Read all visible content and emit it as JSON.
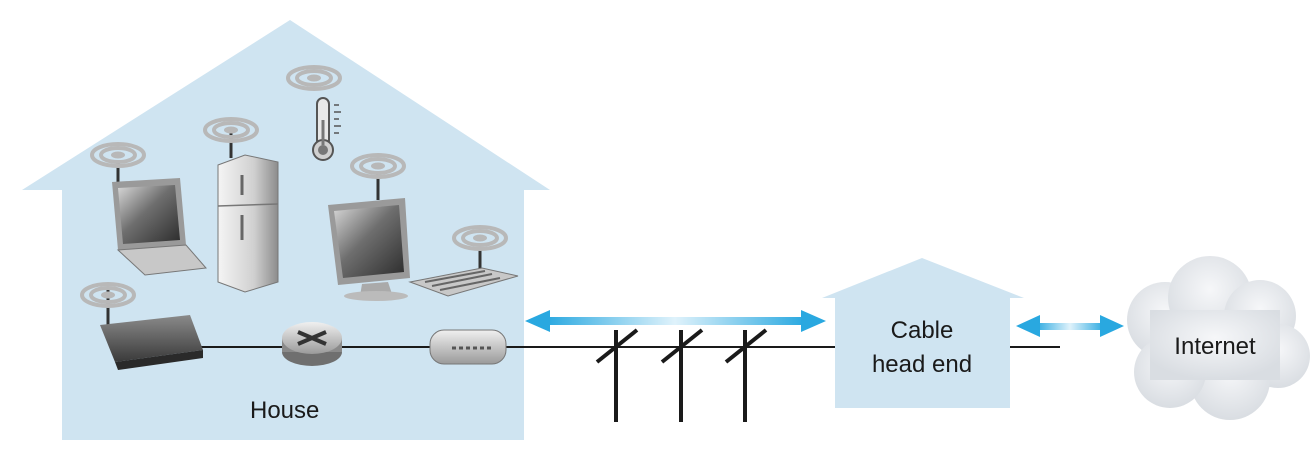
{
  "labels": {
    "house": "House",
    "head_end_line1": "Cable",
    "head_end_line2": "head end",
    "internet": "Internet"
  },
  "colors": {
    "building_fill": "#cfe4f1",
    "arrow": "#29a8e0",
    "line": "#1a1a1a",
    "device_gray": "#8a8a8a",
    "cloud_fill": "#e7eaee"
  }
}
